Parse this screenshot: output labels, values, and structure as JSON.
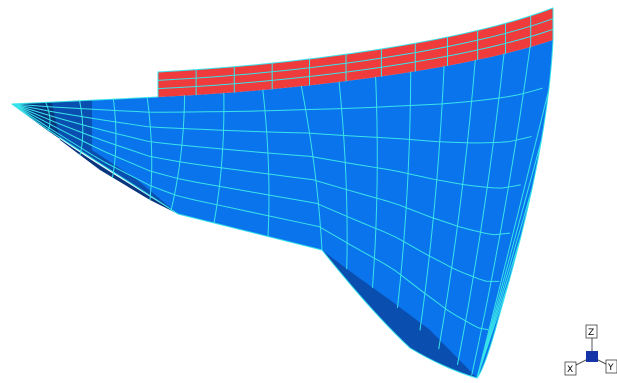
{
  "colors": {
    "background": "#ffffff",
    "shell": "#0a74ec",
    "shell_dark": "#0a4fb0",
    "shell_darker": "#08357e",
    "deck": "#ef3b3b",
    "mesh": "#38e3ea",
    "triad_cube": "#1434a8"
  },
  "triad": {
    "z_label": "Z",
    "x_label": "X",
    "y_label": "Y"
  }
}
